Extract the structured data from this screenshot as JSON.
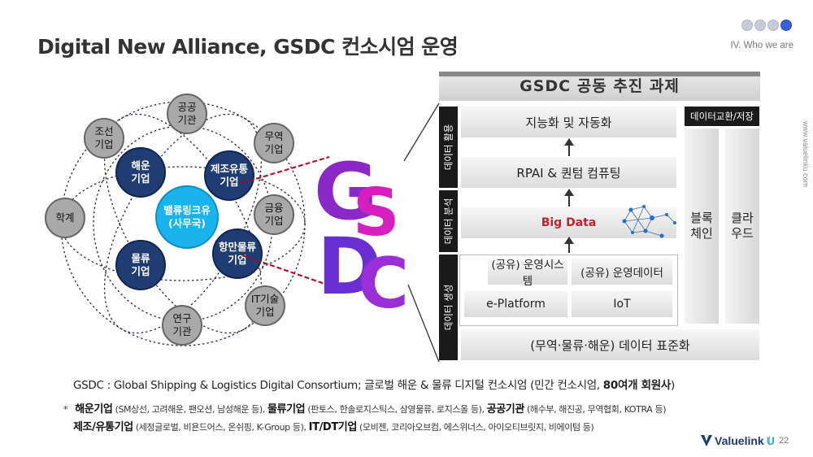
{
  "header": {
    "title": "Digital New Alliance, GSDC 컨소시엄 운영",
    "section": "IV.  Who we are",
    "side_url": "www.valuelinku.com"
  },
  "network": {
    "center": "밸류링크유\n(사무국)",
    "core": [
      "해운\n기업",
      "제조유통\n기업",
      "물류\n기업",
      "항만물류\n기업"
    ],
    "outer": [
      "공공\n기관",
      "무역\n기업",
      "금융\n기업",
      "IT기술\n기업",
      "연구\n기관",
      "학계",
      "조선\n기업"
    ]
  },
  "logo": {
    "letters": [
      "G",
      "S",
      "D",
      "C"
    ]
  },
  "panel": {
    "title": "GSDC 공동 추진 과제",
    "side_labels": [
      "데이터 활용",
      "데이터 분석",
      "데이터 생성"
    ],
    "boxes": {
      "automation": "지능화 및 자동화",
      "rpai": "RPAI & 퀀텀 컴퓨팅",
      "big_data": "Big Data",
      "shared_system": "(공유) 운영시스템",
      "shared_data": "(공유) 운영데이터",
      "eplatform": "e-Platform",
      "iot": "IoT",
      "standard": "(무역·물류·해운) 데이터 표준화"
    },
    "exchange_label": "데이터교환/저장",
    "blockchain": "블록\n체인",
    "cloud": "클라\n우드"
  },
  "footer": {
    "definition_prefix": "GSDC : Global Shipping & Logistics Digital Consortium; 글로벌 해운 & 물류 디지털 컨소시엄 (민간 컨소시엄, ",
    "definition_bold": "80여개 회원사",
    "definition_suffix": ")",
    "note_star": "*",
    "note1": [
      {
        "b": "해운기업",
        "t": " (SM상선, 고려해운, 팬오션, 남성해운 등), "
      },
      {
        "b": "물류기업",
        "t": " (판토스, 한솔로지스틱스, 삼영물류, 로지스올 등), "
      },
      {
        "b": "공공기관",
        "t": " (해수부, 해진공, 무역협회, KOTRA 등)"
      }
    ],
    "note2": [
      {
        "b": "제조/유통기업",
        "t": " (세정글로벌, 비욘드어스, 온쉬핑, K-Group 등), "
      },
      {
        "b": "IT/DT기업",
        "t": " (모비젠, 코리아오브컴, 에스위너스, 아이오티브릿지, 비에이텀 등)"
      }
    ],
    "brand_main": "Valuelink",
    "brand_accent": "U",
    "page": "22"
  },
  "colors": {
    "navy": "#1f3c73",
    "cyan": "#19b4ee",
    "gray_node": "#a9a9a9",
    "dark_bar": "#1a1a1a",
    "big_data_red": "#c0232c",
    "accent_dot": "#3b5fd6"
  },
  "icons": {
    "progress": "progress-dots",
    "big_data_graphic": "molecule-network-icon",
    "brand": "valuelink-logo-icon"
  }
}
